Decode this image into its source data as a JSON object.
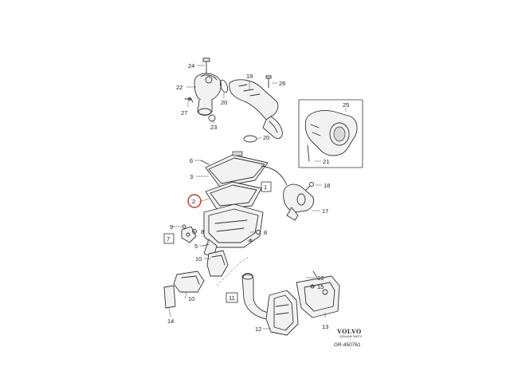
{
  "labels": {
    "p24": "24",
    "p22": "22",
    "p19": "19",
    "p26": "26",
    "p20a": "20",
    "p27": "27",
    "p23": "23",
    "p20b": "20",
    "p25": "25",
    "p6": "6",
    "p3": "3",
    "p21": "21",
    "p1": "1",
    "p18": "18",
    "p2": "2",
    "p17": "17",
    "p9": "9",
    "p8a": "8",
    "p7": "7",
    "p5": "5",
    "p8b": "8",
    "p4": "4",
    "p10a": "10",
    "p10b": "10",
    "p11": "11",
    "p16": "16",
    "p15": "15",
    "p14": "14",
    "p12": "12",
    "p13": "13"
  },
  "brand": {
    "logo_text": "VOLVO",
    "logo_tagline": "GENUINE PARTS",
    "reference": "GR-450761"
  },
  "highlight": {
    "part_number": "2",
    "color": "#c0392b"
  }
}
